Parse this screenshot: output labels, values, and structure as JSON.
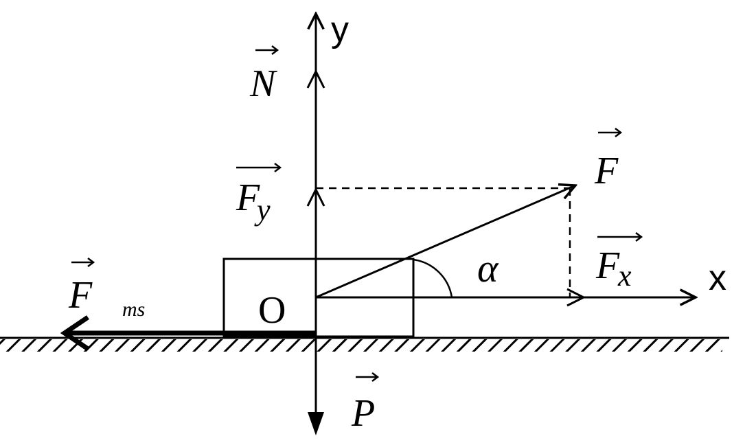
{
  "diagram": {
    "axes": {
      "x_label": "x",
      "y_label": "y",
      "origin_label": "O"
    },
    "forces": {
      "normal": {
        "symbol": "N"
      },
      "applied": {
        "symbol": "F"
      },
      "vertical_component": {
        "symbol": "F",
        "subscript": "y"
      },
      "horizontal_component": {
        "symbol": "F",
        "subscript": "x"
      },
      "friction": {
        "symbol": "F",
        "subscript": "ms"
      },
      "weight": {
        "symbol": "P"
      }
    },
    "angle": {
      "symbol": "α"
    }
  }
}
